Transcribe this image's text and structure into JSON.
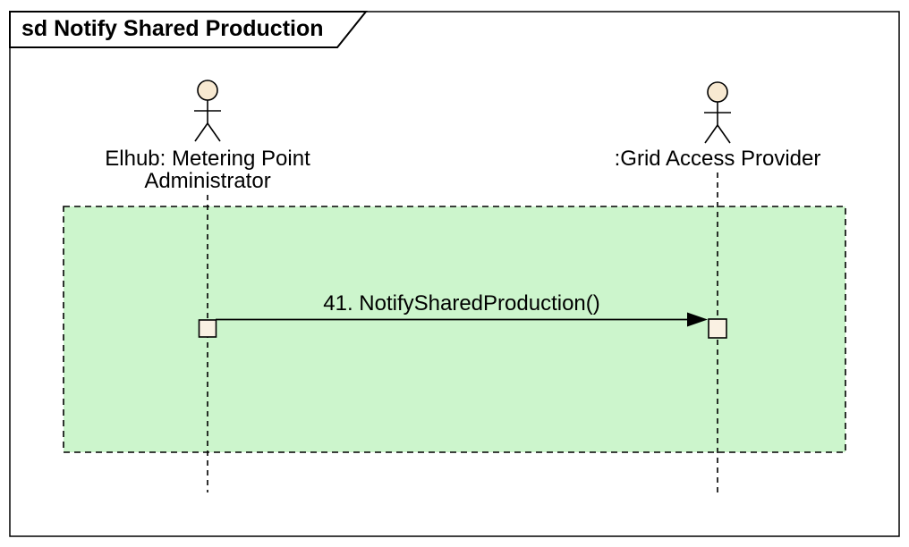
{
  "frame": {
    "title": "sd Notify Shared Production"
  },
  "actors": {
    "left": {
      "name": "Elhub: Metering Point\nAdministrator"
    },
    "right": {
      "name": ":Grid Access Provider"
    }
  },
  "message": {
    "label": "41. NotifySharedProduction()"
  },
  "colors": {
    "region_fill": "#CCF5CC",
    "actor_head_fill": "#F8E9D1",
    "activation_fill": "#FAF1E3",
    "stroke": "#000000"
  }
}
